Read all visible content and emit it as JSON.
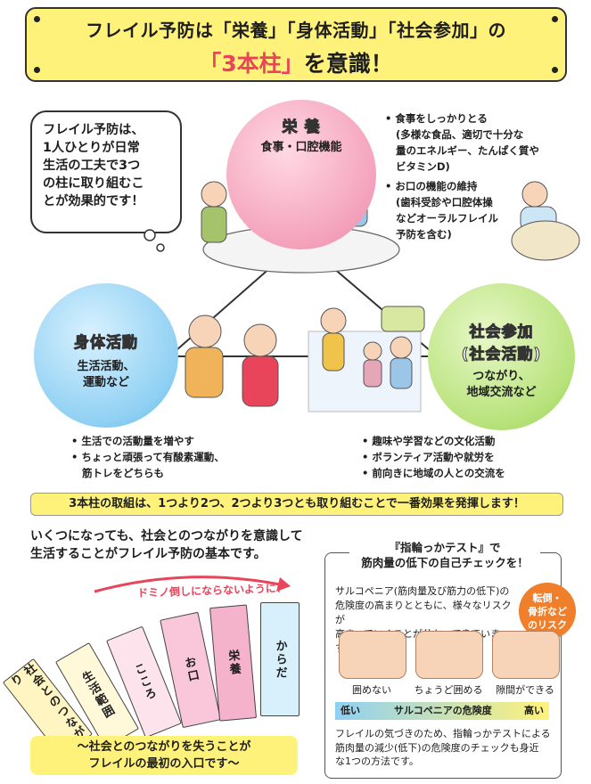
{
  "banner": {
    "line1": "フレイル予防は「栄養」「身体活動」「社会参加」の",
    "line2_highlight": "「3本柱」",
    "line2_rest": "を意識！"
  },
  "bubble": {
    "lines": [
      "フレイル予防は、",
      "1人ひとりが日常",
      "生活の工夫で3つ",
      "の柱に取り組むこ",
      "とが効果的です！"
    ]
  },
  "nutrition": {
    "title": "栄 養",
    "subtitle": "食事・口腔機能",
    "bullets": [
      [
        "食事をしっかりとる",
        "(多様な食品、適切で十分な",
        "量のエネルギー、たんぱく質や",
        "ビタミンD)"
      ],
      [
        "お口の機能の維持",
        "(歯科受診や口腔体操",
        "などオーラルフレイル",
        "予防を含む)"
      ]
    ]
  },
  "physical": {
    "title": "身体活動",
    "subtitle": [
      "生活活動、",
      "運動など"
    ],
    "bullets": [
      "生活での活動量を増やす",
      "ちょっと頑張って有酸素運動、",
      "筋トレをどちらも"
    ]
  },
  "social": {
    "title": "社会参加",
    "title2": "(社会活動)",
    "subtitle": [
      "つながり、",
      "地域交流など"
    ],
    "bullets": [
      "趣味や学習などの文化活動",
      "ボランティア活動や就労を",
      "前向きに地域の人との交流を"
    ]
  },
  "band": "3本柱の取組は、1つより2つ、2つより3つとも取り組むことで一番効果を発揮します！",
  "domino": {
    "intro": [
      "いくつになっても、社会とのつながりを意識して",
      "生活することがフレイル予防の基本です。"
    ],
    "warning": "ドミノ倒しにならないように！",
    "blocks": [
      "社会とのつながり",
      "生活範囲",
      "こころ",
      "お口",
      "栄養",
      "からだ"
    ],
    "colors": [
      "#fff5c2",
      "#fff8d9",
      "#fde3ec",
      "#f9c6da",
      "#f4b2cb",
      "#d8f0fb"
    ],
    "bottom": [
      "〜社会とのつながりを失うことが",
      "フレイルの最初の入口です〜"
    ]
  },
  "test": {
    "head": [
      "『指輪っかテスト』で",
      "筋肉量の低下の自己チェックを！"
    ],
    "body": [
      "サルコペニア(筋肉量及び筋力の低下)の",
      "危険度の高まりとともに、様々なリスクが",
      "高まっていくことが分かってきています。"
    ],
    "risk": [
      "転倒・",
      "骨折など",
      "のリスク"
    ],
    "captions": [
      "囲めない",
      "ちょうど囲める",
      "隙間ができる"
    ],
    "scale_low": "低い",
    "scale_mid": "サルコペニアの危険度",
    "scale_high": "高い",
    "foot": [
      "フレイルの気づきのため、指輪っかテストによる",
      "筋肉量の減少(低下)の危険度のチェックも身近",
      "な1つの方法です。"
    ]
  }
}
